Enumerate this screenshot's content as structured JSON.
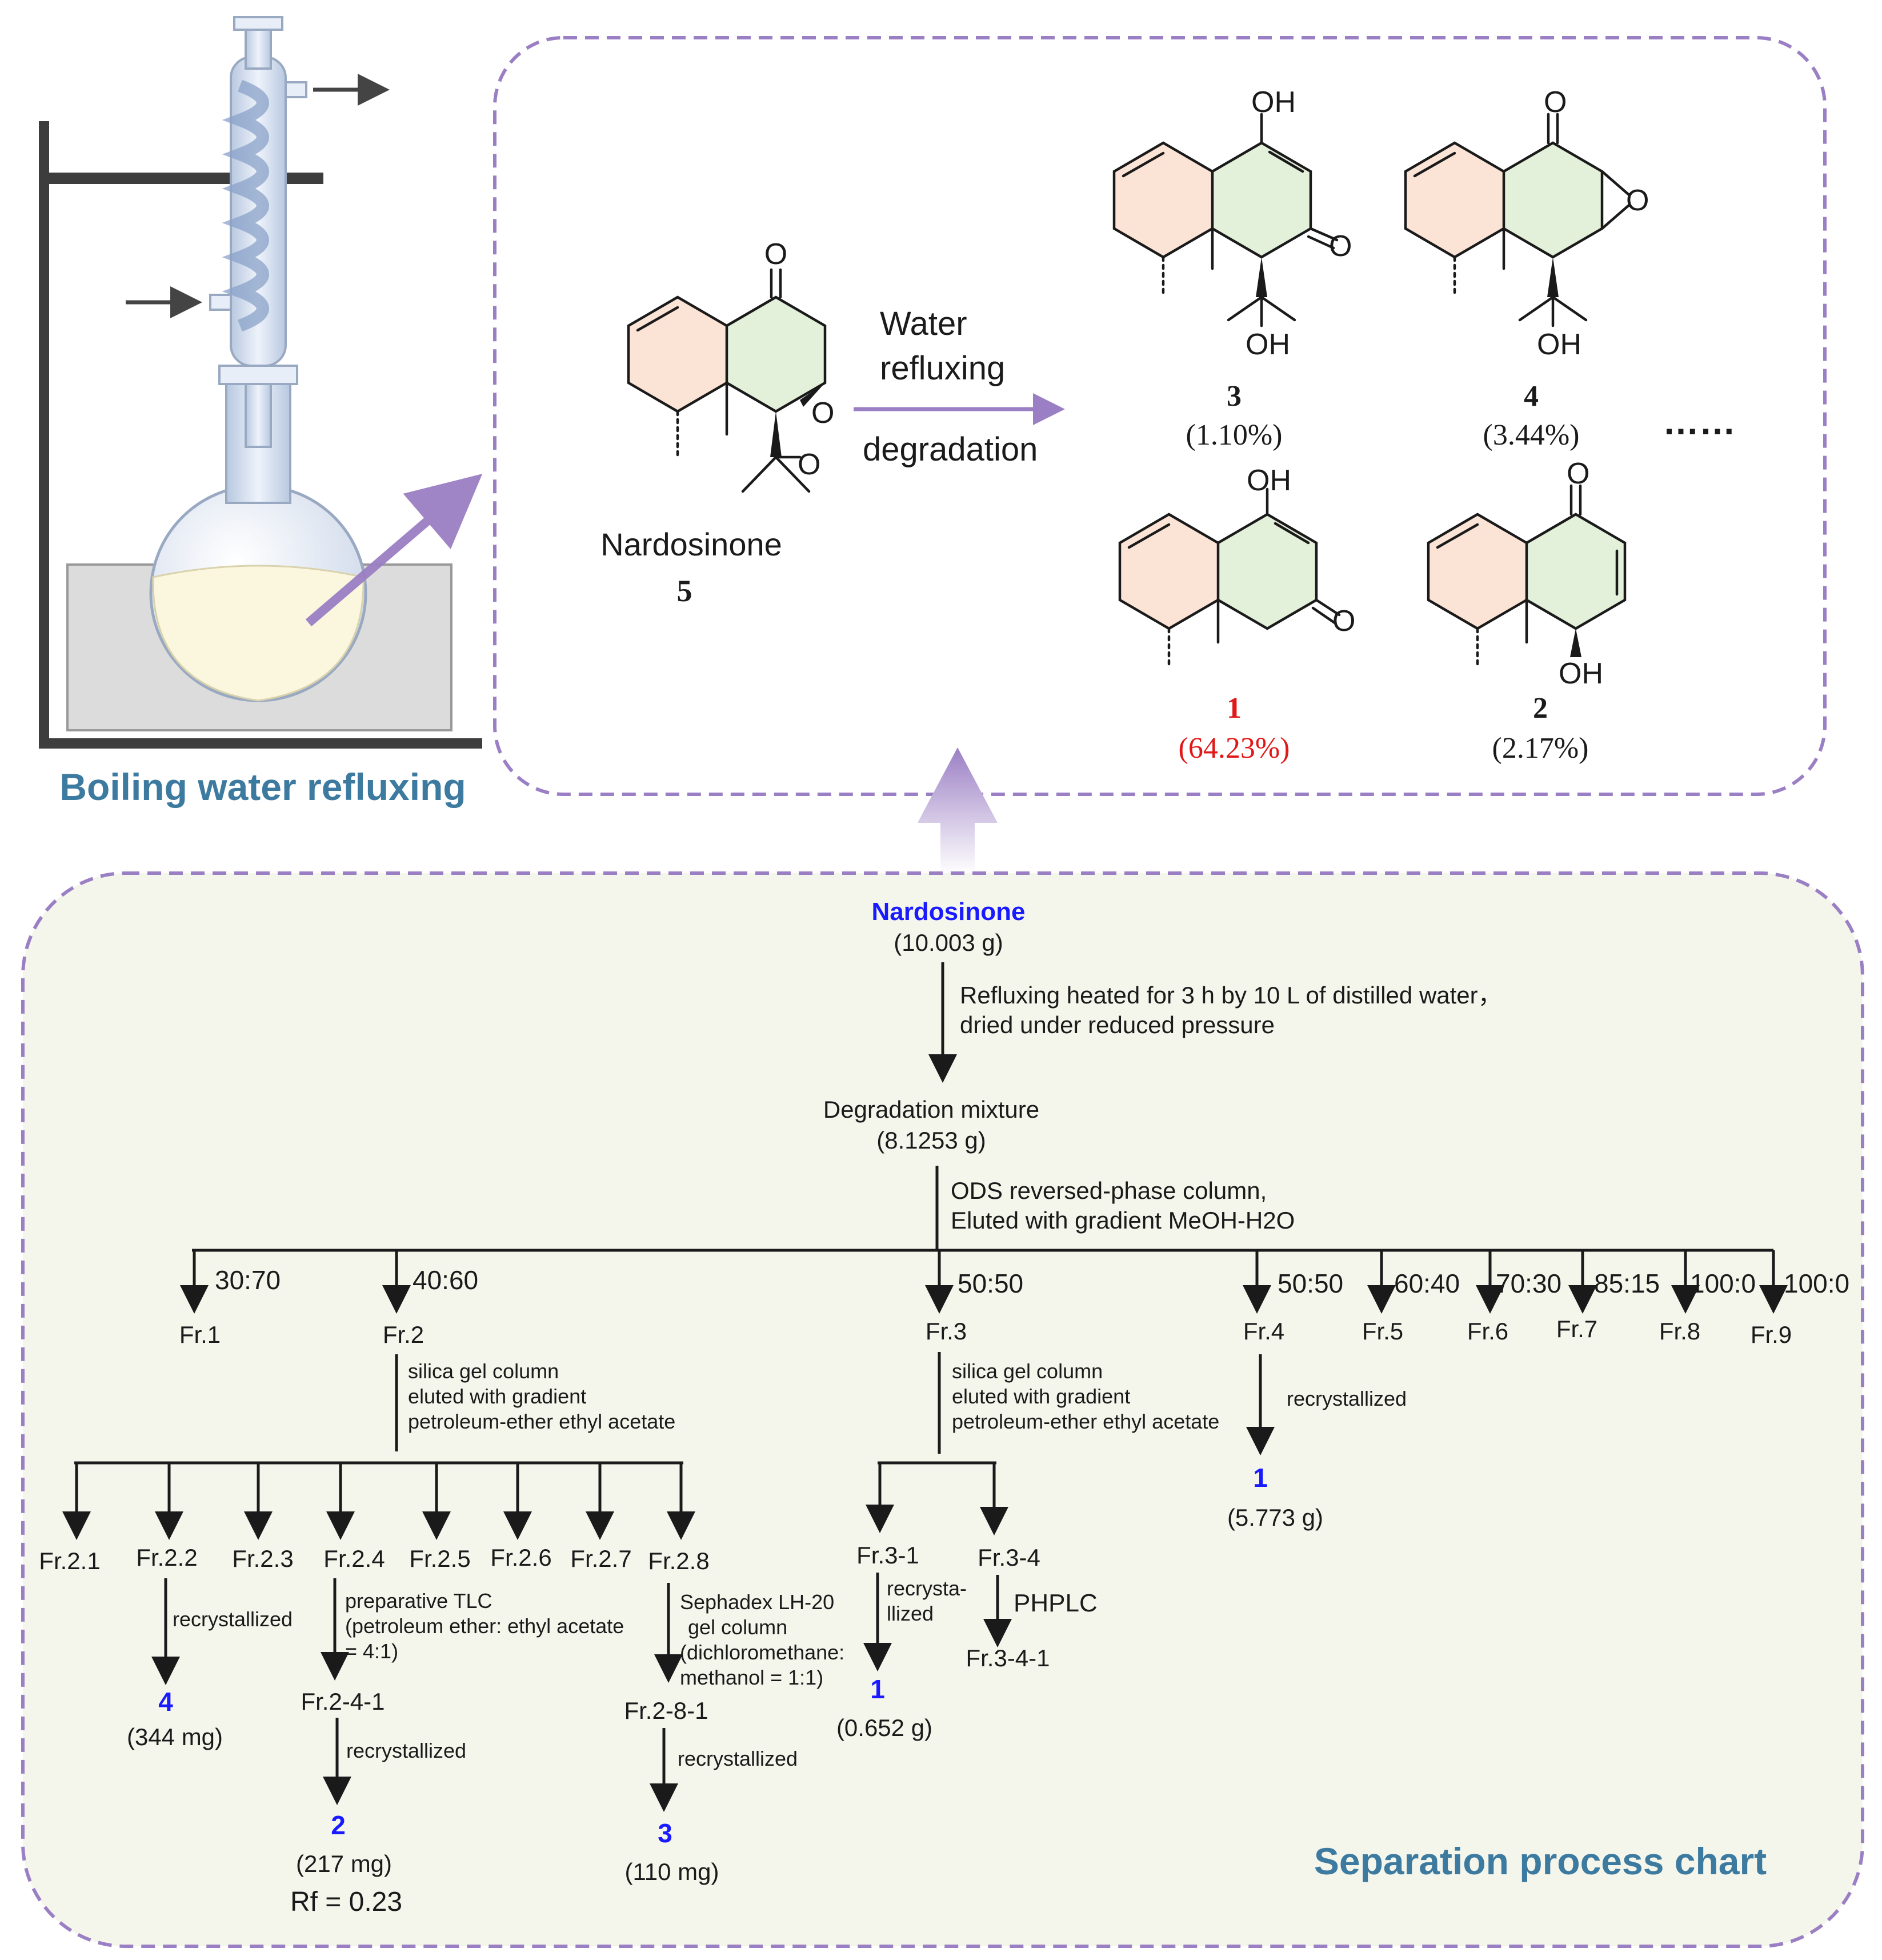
{
  "titles": {
    "apparatus": "Boiling water refluxing",
    "chart": "Separation process chart"
  },
  "reaction": {
    "start_name": "Nardosinone",
    "start_num": "5",
    "condition_line1": "Water",
    "condition_line2": "refluxing",
    "condition_line3": "degradation",
    "more": "……",
    "atoms": {
      "O": "O",
      "OH": "OH"
    },
    "products": [
      {
        "num": "3",
        "yield": "(1.10%)"
      },
      {
        "num": "4",
        "yield": "(3.44%)"
      },
      {
        "num": "1",
        "yield": "(64.23%)"
      },
      {
        "num": "2",
        "yield": "(2.17%)"
      }
    ]
  },
  "flow": {
    "start": {
      "name": "Nardosinone",
      "mass": "(10.003 g)"
    },
    "step1": {
      "line1": "Refluxing heated for 3 h by 10 L of distilled water，",
      "line2": "dried under reduced pressure"
    },
    "mixture": {
      "name": "Degradation mixture",
      "mass": "(8.1253 g)"
    },
    "step2": {
      "line1": "ODS reversed-phase column,",
      "line2": "Eluted with gradient MeOH-H2O"
    },
    "fractions": [
      {
        "ratio": "30:70",
        "name": "Fr.1"
      },
      {
        "ratio": "40:60",
        "name": "Fr.2"
      },
      {
        "ratio": "50:50",
        "name": "Fr.3"
      },
      {
        "ratio": "50:50",
        "name": "Fr.4"
      },
      {
        "ratio": "60:40",
        "name": "Fr.5"
      },
      {
        "ratio": "70:30",
        "name": "Fr.6"
      },
      {
        "ratio": "85:15",
        "name": "Fr.7"
      },
      {
        "ratio": "100:0",
        "name": "Fr.8"
      },
      {
        "ratio": "100:0",
        "name": "Fr.9"
      }
    ],
    "silica": {
      "line1": "silica gel column",
      "line2": "eluted with gradient",
      "line3": "petroleum-ether ethyl acetate"
    },
    "fr2_subs": [
      "Fr.2.1",
      "Fr.2.2",
      "Fr.2.3",
      "Fr.2.4",
      "Fr.2.5",
      "Fr.2.6",
      "Fr.2.7",
      "Fr.2.8"
    ],
    "recrystallized": "recrystallized",
    "fr22_product": {
      "num": "4",
      "mass": "(344 mg)"
    },
    "tlc": {
      "line1": "preparative TLC",
      "line2": "(petroleum ether: ethyl acetate",
      "line3": "= 4:1)"
    },
    "fr241": "Fr.2-4-1",
    "fr24_product": {
      "num": "2",
      "mass": "(217 mg)",
      "rf": "Rf = 0.23"
    },
    "sephadex": {
      "line1": "Sephadex LH-20",
      "line2": "gel column",
      "line3": "(dichloromethane:",
      "line4": "methanol = 1:1)"
    },
    "fr281": "Fr.2-8-1",
    "fr28_product": {
      "num": "3",
      "mass": "(110 mg)"
    },
    "fr3_subs": [
      "Fr.3-1",
      "Fr.3-4"
    ],
    "recrysta": {
      "line1": "recrysta-",
      "line2": "llized"
    },
    "fr31_product": {
      "num": "1",
      "mass": "(0.652 g)"
    },
    "phplc": "PHPLC",
    "fr341": "Fr.3-4-1",
    "fr4_product": {
      "num": "1",
      "mass": "(5.773 g)"
    }
  },
  "colors": {
    "dashed_border": "#9b7fc4",
    "arrow_purple": "#9b7fc4",
    "chart_bg": "#f4f6ec",
    "ring_orange": "#fbe3d6",
    "ring_green": "#e3f0da",
    "title_teal": "#3d7aa0",
    "highlight_blue": "#1a1aff",
    "highlight_red": "#e01818"
  }
}
